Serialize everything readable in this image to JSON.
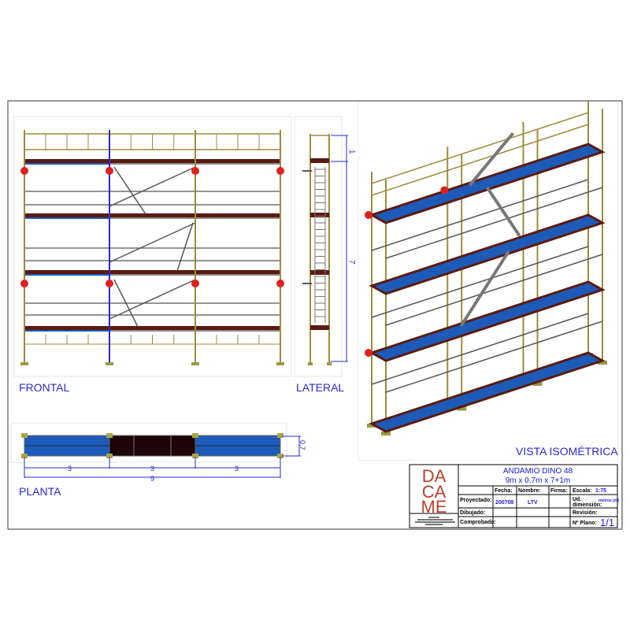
{
  "views": {
    "frontal": "FRONTAL",
    "lateral": "LATERAL",
    "planta": "PLANTA",
    "isometric": "VISTA ISOMÉTRICA"
  },
  "dimensions": {
    "lateral_top": "1",
    "lateral_main": "7",
    "planta_depth": "0,7",
    "planta_bays": [
      "3",
      "3",
      "3"
    ],
    "planta_total": "9"
  },
  "title_block": {
    "logo": "DACAME",
    "title_line1": "ANDAMIO  DINO  48",
    "title_line2": "9m  x  0,7m  x  7+1m",
    "headers": {
      "fecha": "Fecha:",
      "nombre": "Nombre:",
      "firma": "Firma:"
    },
    "escala_label": "Escala:",
    "escala_value": "1:75",
    "rows": {
      "proyectado": "Proyectado:",
      "dibujado": "Dibujado:",
      "comprobado": "Comprobado:"
    },
    "proyectado_fecha": "200708",
    "proyectado_nombre": "LTV",
    "ud_label_1": "Ud.",
    "ud_label_2": "dimensión:",
    "ud_value": "metros (m)",
    "revision_label": "Revisión:",
    "plano_label": "Nº Plano:",
    "plano_value": "1/1"
  },
  "colors": {
    "frame": "#a08a3c",
    "deck": "#5a1a10",
    "deck_blue": "#1e5bb8",
    "rail": "#555555",
    "anchor": "#e02020",
    "dimension": "#2a2ad0"
  }
}
